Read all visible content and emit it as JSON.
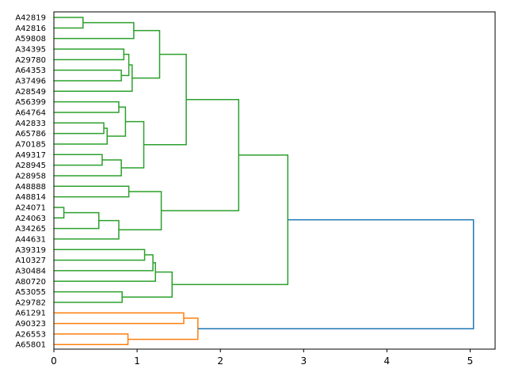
{
  "chart_data": {
    "type": "dendrogram",
    "orientation": "left",
    "xlim": [
      0,
      5.3
    ],
    "xticks": [
      0,
      1,
      2,
      3,
      4,
      5
    ],
    "xtick_labels": [
      "0",
      "1",
      "2",
      "3",
      "4",
      "5"
    ],
    "colors": {
      "cluster_green": "#2ca02c",
      "cluster_orange": "#ff7f0e",
      "root_blue": "#1f77b4"
    },
    "leaves": [
      "A42819",
      "A42816",
      "A59808",
      "A34395",
      "A29780",
      "A64353",
      "A37496",
      "A28549",
      "A56399",
      "A64764",
      "A42833",
      "A65786",
      "A70185",
      "A49317",
      "A28945",
      "A28958",
      "A48888",
      "A48814",
      "A24071",
      "A24063",
      "A34265",
      "A44631",
      "A39319",
      "A10327",
      "A30484",
      "A80720",
      "A53055",
      "A29782",
      "A61291",
      "A90323",
      "A26553",
      "A65801"
    ],
    "merges": [
      {
        "id": "m1",
        "a": "A42819",
        "b": "A42816",
        "height": 0.35,
        "color": "green"
      },
      {
        "id": "m2",
        "a": "m1",
        "b": "A59808",
        "height": 0.96,
        "color": "green"
      },
      {
        "id": "m3",
        "a": "A34395",
        "b": "A29780",
        "height": 0.84,
        "color": "green"
      },
      {
        "id": "m4",
        "a": "A64353",
        "b": "A37496",
        "height": 0.81,
        "color": "green"
      },
      {
        "id": "m5",
        "a": "m3",
        "b": "m4",
        "height": 0.9,
        "color": "green"
      },
      {
        "id": "m6",
        "a": "m5",
        "b": "A28549",
        "height": 0.94,
        "color": "green"
      },
      {
        "id": "m7",
        "a": "m2",
        "b": "m6",
        "height": 1.27,
        "color": "green"
      },
      {
        "id": "m8",
        "a": "A56399",
        "b": "A64764",
        "height": 0.78,
        "color": "green"
      },
      {
        "id": "m9",
        "a": "A42833",
        "b": "A65786",
        "height": 0.6,
        "color": "green"
      },
      {
        "id": "m10",
        "a": "m9",
        "b": "A70185",
        "height": 0.64,
        "color": "green"
      },
      {
        "id": "m11",
        "a": "m8",
        "b": "m10",
        "height": 0.86,
        "color": "green"
      },
      {
        "id": "m12",
        "a": "A49317",
        "b": "A28945",
        "height": 0.58,
        "color": "green"
      },
      {
        "id": "m13",
        "a": "m12",
        "b": "A28958",
        "height": 0.81,
        "color": "green"
      },
      {
        "id": "m14",
        "a": "m11",
        "b": "m13",
        "height": 1.08,
        "color": "green"
      },
      {
        "id": "m15",
        "a": "m7",
        "b": "m14",
        "height": 1.59,
        "color": "green"
      },
      {
        "id": "m16",
        "a": "A48888",
        "b": "A48814",
        "height": 0.9,
        "color": "green"
      },
      {
        "id": "m17",
        "a": "A24071",
        "b": "A24063",
        "height": 0.12,
        "color": "green"
      },
      {
        "id": "m18",
        "a": "m17",
        "b": "A34265",
        "height": 0.54,
        "color": "green"
      },
      {
        "id": "m19",
        "a": "m18",
        "b": "A44631",
        "height": 0.78,
        "color": "green"
      },
      {
        "id": "m20",
        "a": "m16",
        "b": "m19",
        "height": 1.29,
        "color": "green"
      },
      {
        "id": "m21",
        "a": "m15",
        "b": "m20",
        "height": 2.22,
        "color": "green"
      },
      {
        "id": "m22",
        "a": "A39319",
        "b": "A10327",
        "height": 1.09,
        "color": "green"
      },
      {
        "id": "m23",
        "a": "m22",
        "b": "A30484",
        "height": 1.19,
        "color": "green"
      },
      {
        "id": "m24",
        "a": "m23",
        "b": "A80720",
        "height": 1.22,
        "color": "green"
      },
      {
        "id": "m25",
        "a": "A53055",
        "b": "A29782",
        "height": 0.82,
        "color": "green"
      },
      {
        "id": "m26",
        "a": "m24",
        "b": "m25",
        "height": 1.42,
        "color": "green"
      },
      {
        "id": "m27",
        "a": "m21",
        "b": "m26",
        "height": 2.81,
        "color": "green"
      },
      {
        "id": "m28",
        "a": "A61291",
        "b": "A90323",
        "height": 1.56,
        "color": "orange"
      },
      {
        "id": "m29",
        "a": "A26553",
        "b": "A65801",
        "height": 0.89,
        "color": "orange"
      },
      {
        "id": "m30",
        "a": "m28",
        "b": "m29",
        "height": 1.73,
        "color": "orange"
      },
      {
        "id": "m31",
        "a": "m27",
        "b": "m30",
        "height": 5.04,
        "color": "blue"
      }
    ]
  }
}
